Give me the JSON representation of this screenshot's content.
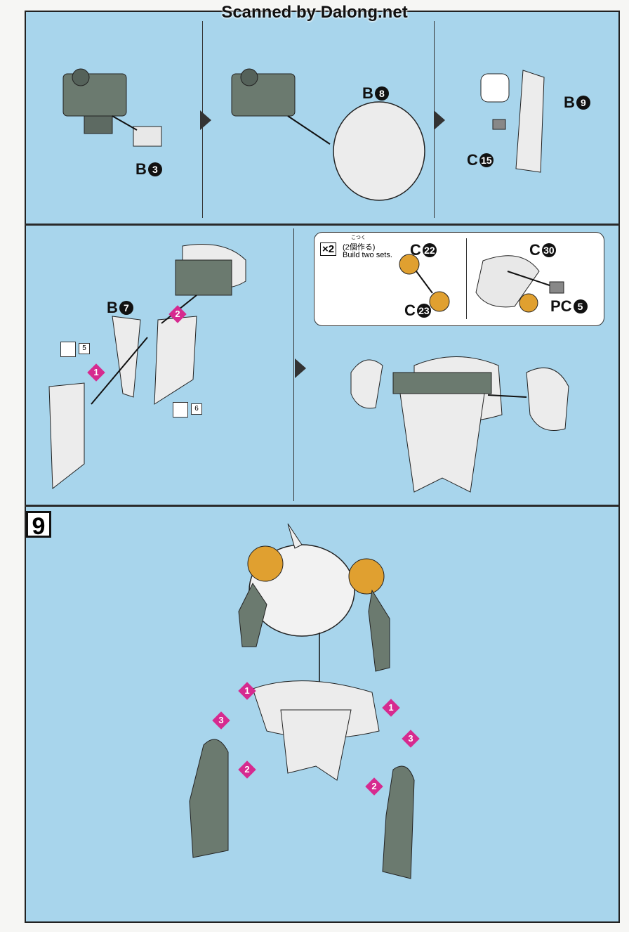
{
  "watermark": "Scanned by Dalong.net",
  "row1": {
    "label_b3": "B",
    "num_b3": "3",
    "label_b8": "B",
    "num_b8": "8",
    "label_b9": "B",
    "num_b9": "9",
    "label_c15": "C",
    "num_c15": "15"
  },
  "row2": {
    "label_b7": "B",
    "num_b7": "7",
    "sticker5": "5",
    "sticker6": "6",
    "step1": "1",
    "step2": "2",
    "bubble": {
      "multiplier": "×2",
      "jp_ruby": "こつく",
      "jp_text": "(2個作る)",
      "en_text": "Build two sets.",
      "label_c22": "C",
      "num_c22": "22",
      "label_c23": "C",
      "num_c23": "23",
      "label_c30": "C",
      "num_c30": "30",
      "label_pc5": "PC",
      "num_pc5": "5"
    }
  },
  "step9": {
    "number": "9",
    "markers": [
      "1",
      "3",
      "2",
      "1",
      "3",
      "2"
    ]
  },
  "colors": {
    "background": "#a8d5ec",
    "accent": "#d62a8f",
    "orange": "#e0a030",
    "part_gray": "#6b7a6f",
    "part_white": "#ececec"
  }
}
